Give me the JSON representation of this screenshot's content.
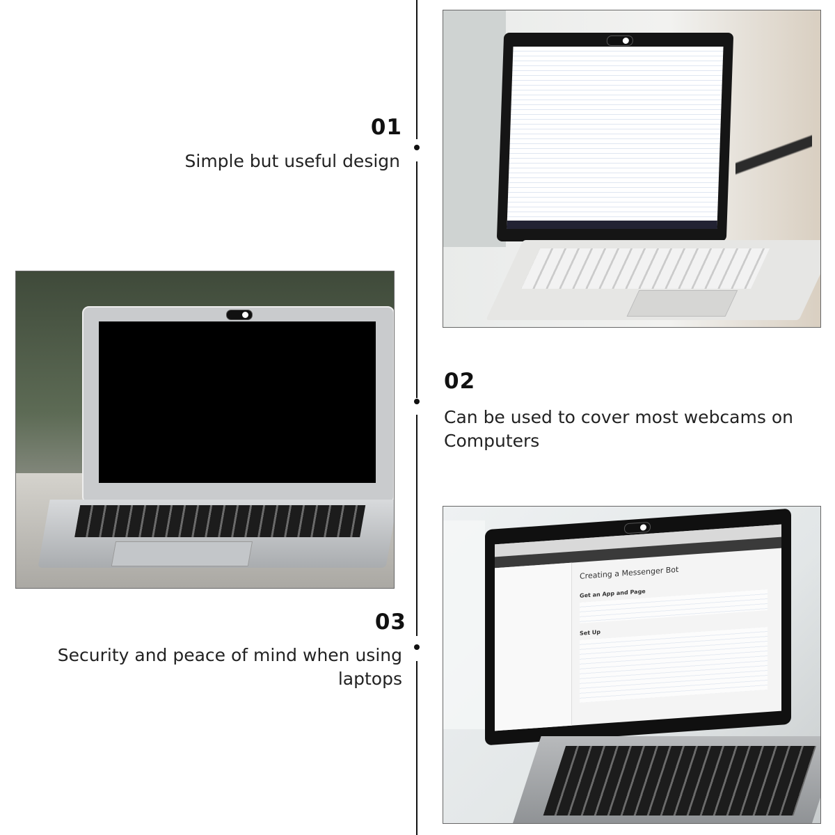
{
  "features": [
    {
      "number": "01",
      "text": "Simple but useful design"
    },
    {
      "number": "02",
      "text": "Can be used to cover most webcams on Computers"
    },
    {
      "number": "03",
      "text": "Security and peace of mind when using laptops"
    }
  ],
  "photos": {
    "right_top_screen_text": "",
    "right_bottom_screen": {
      "heading": "Creating a Messenger Bot",
      "section1": "Get an App and Page",
      "section2": "Set Up"
    }
  },
  "colors": {
    "text": "#222222",
    "timeline": "#111111",
    "background": "#ffffff"
  }
}
